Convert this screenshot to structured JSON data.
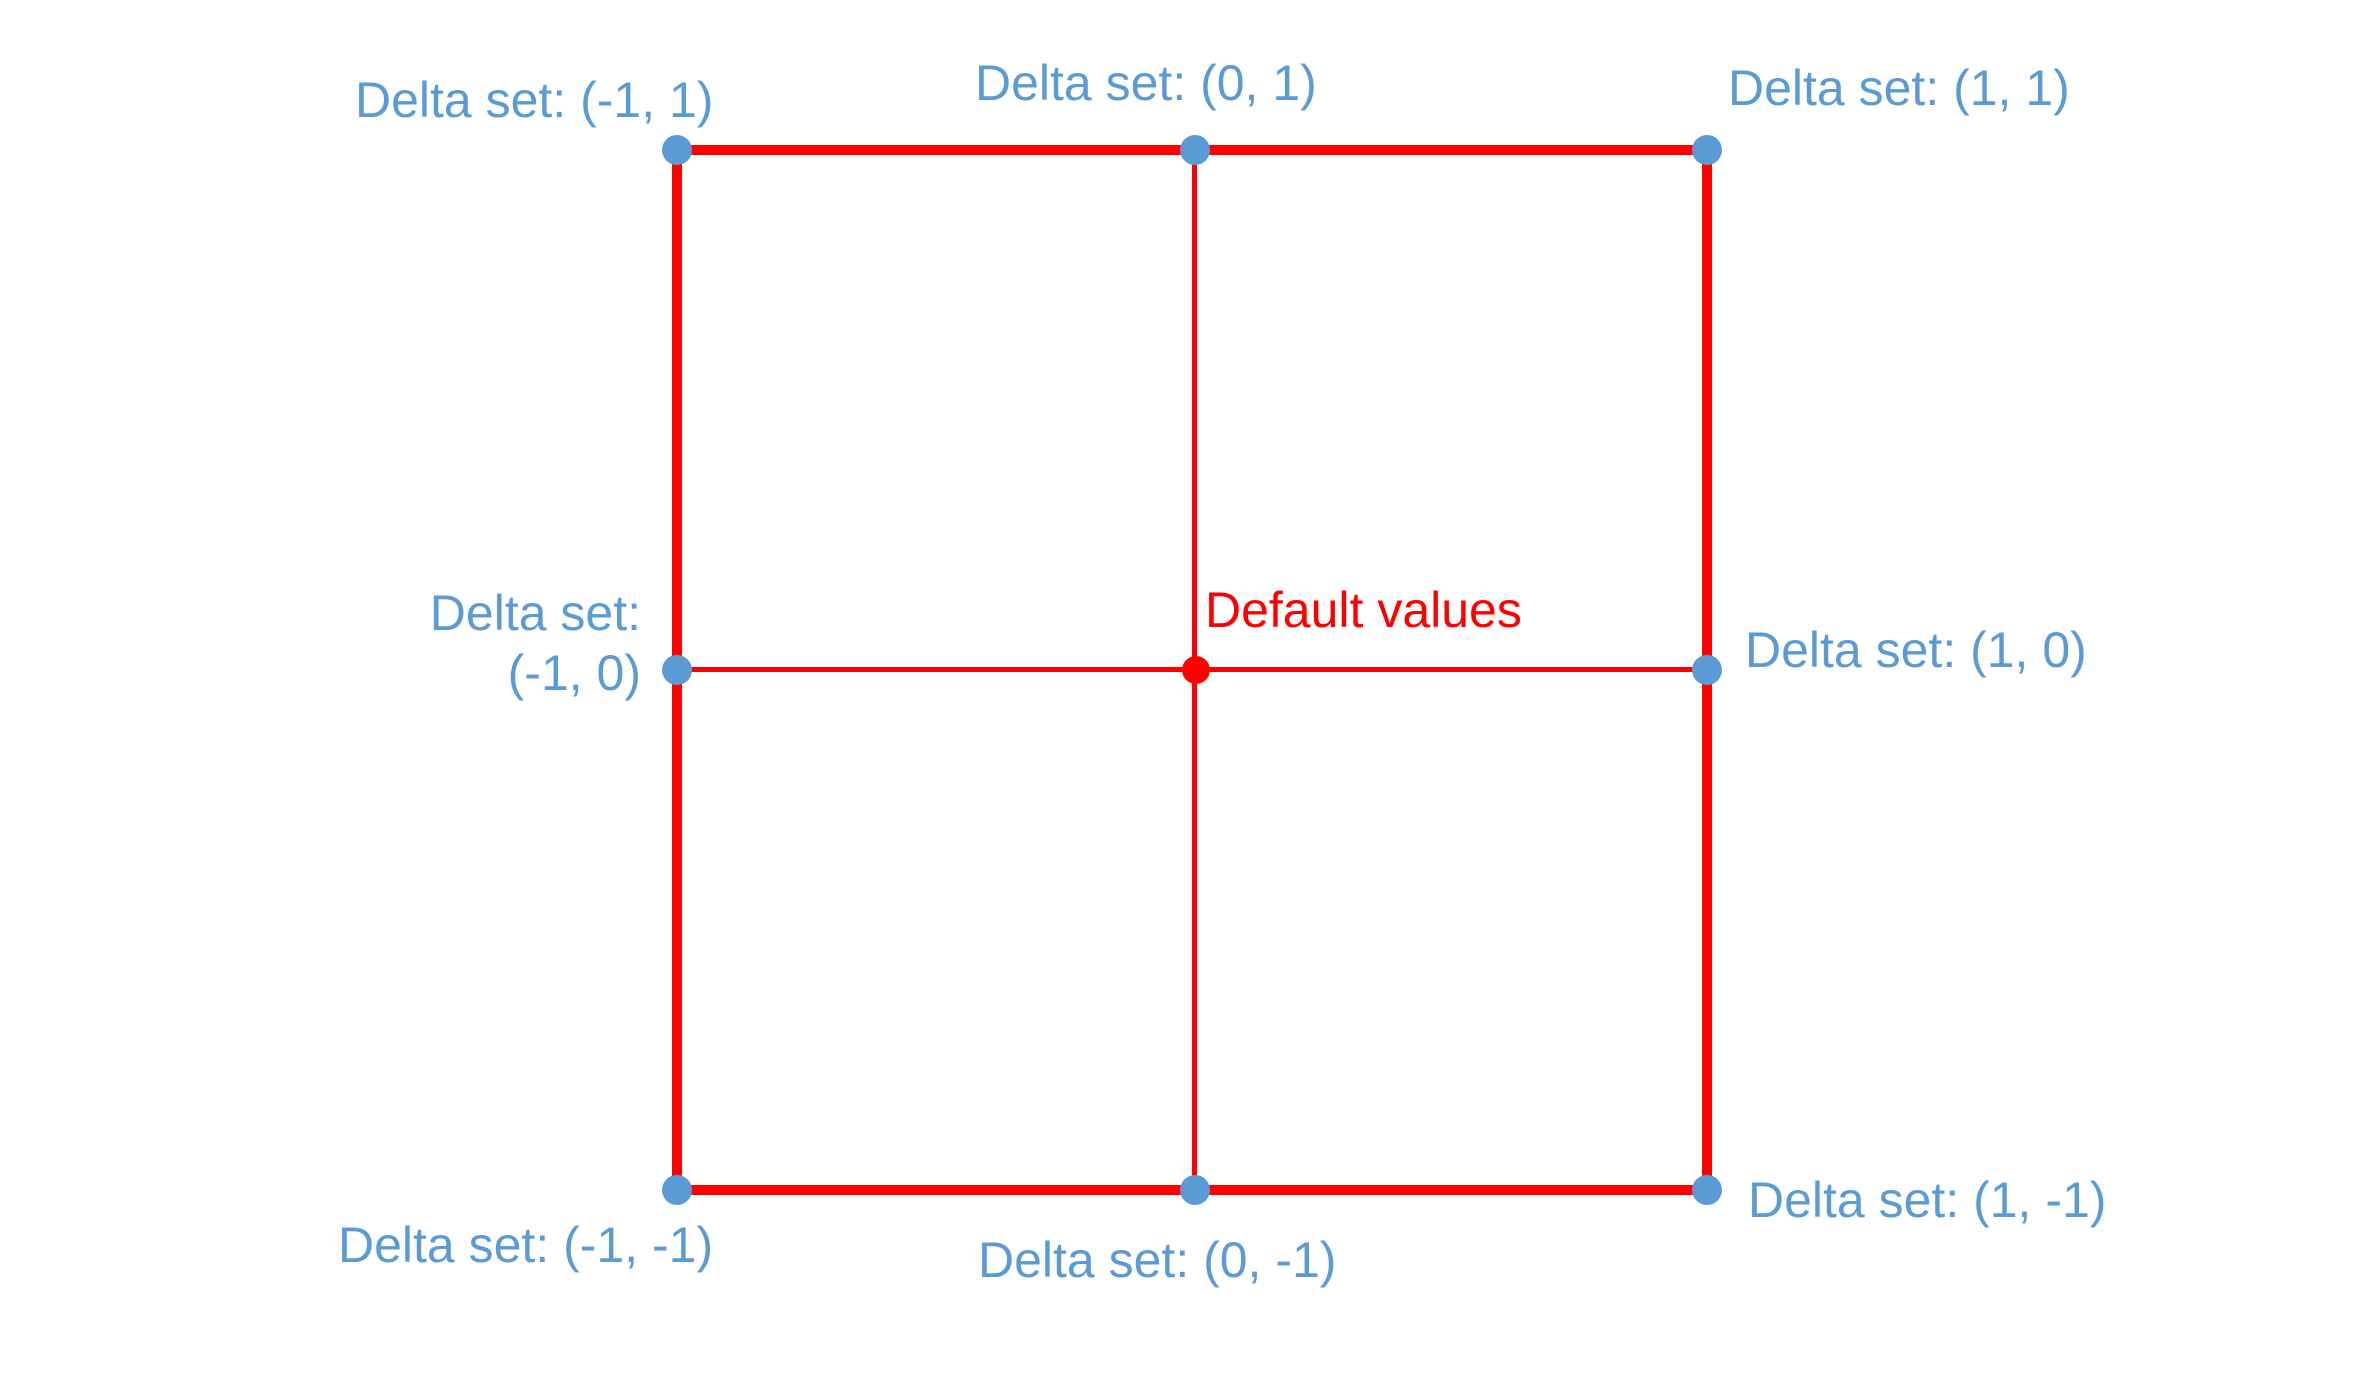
{
  "diagram": {
    "type": "grid-of-delta-points",
    "center": {
      "label": "Default values"
    },
    "points": [
      {
        "position": "top-left",
        "dx": -1,
        "dy": 1,
        "label": "Delta set: (-1, 1)"
      },
      {
        "position": "top-middle",
        "dx": 0,
        "dy": 1,
        "label": "Delta set: (0, 1)"
      },
      {
        "position": "top-right",
        "dx": 1,
        "dy": 1,
        "label": "Delta set: (1, 1)"
      },
      {
        "position": "middle-left",
        "dx": -1,
        "dy": 0,
        "label": "Delta set:\n(-1, 0)"
      },
      {
        "position": "middle-right",
        "dx": 1,
        "dy": 0,
        "label": "Delta set: (1, 0)"
      },
      {
        "position": "bottom-left",
        "dx": -1,
        "dy": -1,
        "label": "Delta set: (-1, -1)"
      },
      {
        "position": "bottom-middle",
        "dx": 0,
        "dy": -1,
        "label": "Delta set: (0, -1)"
      },
      {
        "position": "bottom-right",
        "dx": 1,
        "dy": -1,
        "label": "Delta set: (1, -1)"
      }
    ],
    "colors": {
      "grid-line": "#ff0000",
      "point-fill": "#5b9bd5",
      "label-text": "#5b9bd5",
      "center-point-fill": "#ff0000",
      "center-label-text": "#ff0000",
      "background": "#ffffff"
    }
  }
}
